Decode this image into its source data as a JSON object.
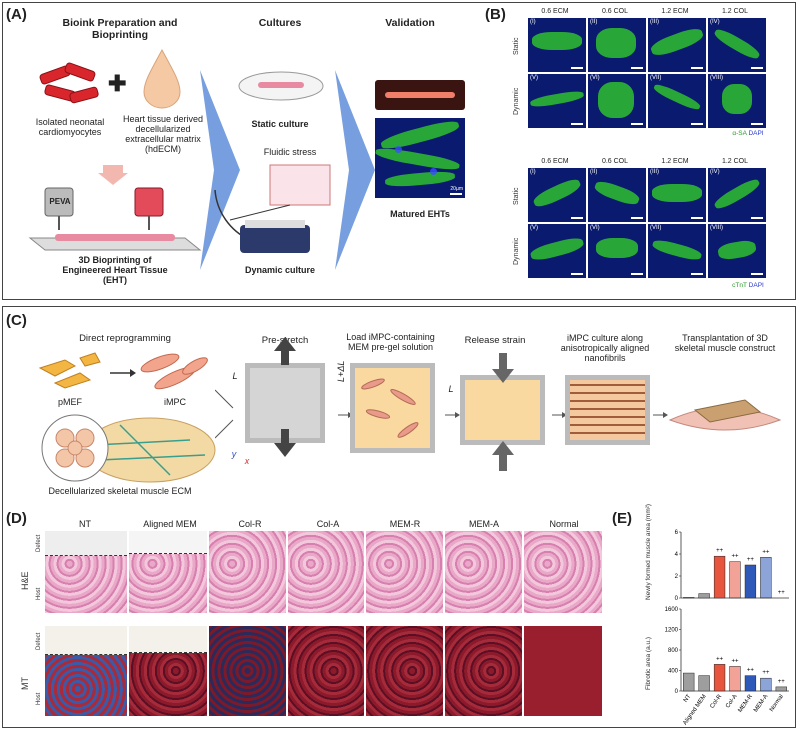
{
  "panelA": {
    "label": "(A)",
    "heading1": "Bioink Preparation and Bioprinting",
    "heading2": "Cultures",
    "heading3": "Validation",
    "cells_caption": "Isolated neonatal cardiomyocytes",
    "ecm_caption": "Heart tissue derived decellularized extracellular matrix (hdECM)",
    "peva": "PEVA",
    "bioprint_caption": "3D Bioprinting of Engineered Heart Tissue (EHT)",
    "static": "Static culture",
    "fluidic": "Fluidic stress",
    "dynamic": "Dynamic culture",
    "matured": "Matured EHTs",
    "scale": "20µm"
  },
  "panelB": {
    "label": "(B)",
    "cols": [
      "0.6 ECM",
      "0.6 COL",
      "1.2 ECM",
      "1.2 COL"
    ],
    "rows": [
      "Static",
      "Dynamic"
    ],
    "romans": [
      "(I)",
      "(II)",
      "(III)",
      "(IV)",
      "(V)",
      "(VI)",
      "(VII)",
      "(VIII)"
    ],
    "legend1_a": "α-SA",
    "legend1_b": "DAPI",
    "legend2_a": "cTnT",
    "legend2_b": "DAPI"
  },
  "panelC": {
    "label": "(C)",
    "direct": "Direct reprogramming",
    "pmef": "pMEF",
    "impc": "iMPC",
    "decell": "Decellularized skeletal muscle ECM",
    "step1": "Pre-stretch",
    "step2": "Load iMPC-containing MEM pre-gel solution",
    "step3": "Release strain",
    "step4": "iMPC culture along anisotropically aligned nanofibrils",
    "step5": "Transplantation of 3D skeletal muscle construct",
    "L": "L",
    "LdL": "L+ΔL",
    "y": "y",
    "x": "x"
  },
  "panelD": {
    "label": "(D)",
    "cols": [
      "NT",
      "Aligned MEM",
      "Col-R",
      "Col-A",
      "MEM-R",
      "MEM-A",
      "Normal"
    ],
    "rowHE": "H&E",
    "rowMT": "MT",
    "defect": "Defect",
    "host": "Host"
  },
  "panelE": {
    "label": "(E)",
    "ylabel1": "Newly formed muscle area (mm²)",
    "ylabel2": "Fibrotic area (a.u.)",
    "ticks1": [
      "6",
      "4",
      "2",
      "0"
    ],
    "ticks2": [
      "1600",
      "1200",
      "800",
      "400",
      "0"
    ],
    "sig": "++",
    "colors": {
      "gray": "#9e9e9e",
      "red": "#e8553f",
      "blue": "#2f59b8"
    }
  },
  "chart_data": [
    {
      "type": "bar",
      "categories": [
        "NT",
        "Aligned MEM",
        "Col-R",
        "Col-A",
        "MEM-R",
        "MEM-A",
        "Normal"
      ],
      "ylabel": "Newly formed muscle area (mm²)",
      "ylim": [
        0,
        6
      ],
      "values": [
        0.05,
        0.4,
        3.8,
        3.3,
        3.0,
        3.7,
        0
      ]
    },
    {
      "type": "bar",
      "categories": [
        "NT",
        "Aligned MEM",
        "Col-R",
        "Col-A",
        "MEM-R",
        "MEM-A",
        "Normal"
      ],
      "ylabel": "Fibrotic area (a.u.)",
      "ylim": [
        0,
        1600
      ],
      "values": [
        350,
        300,
        520,
        480,
        300,
        250,
        80
      ]
    }
  ]
}
